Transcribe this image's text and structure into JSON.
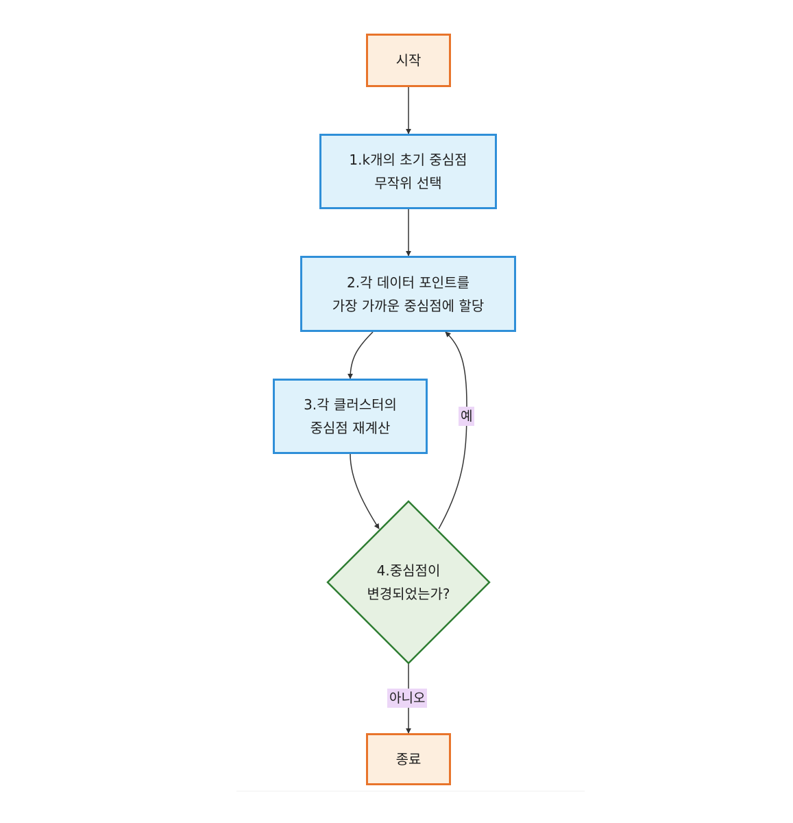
{
  "nodes": {
    "start": {
      "label": "시작"
    },
    "step1": {
      "lines": [
        "1.k개의 초기 중심점",
        "무작위 선택"
      ]
    },
    "step2": {
      "lines": [
        "2.각 데이터 포인트를",
        "가장 가까운 중심점에 할당"
      ]
    },
    "step3": {
      "lines": [
        "3.각 클러스터의",
        "중심점 재계산"
      ]
    },
    "decision": {
      "lines": [
        "4.중심점이",
        "변경되었는가?"
      ]
    },
    "end": {
      "label": "종료"
    }
  },
  "edges": {
    "yes": {
      "label": "예"
    },
    "no": {
      "label": "아니오"
    }
  },
  "colors": {
    "terminal_fill": "#fdeede",
    "terminal_border": "#e8742b",
    "process_fill": "#dff2fb",
    "process_border": "#2f8fd8",
    "decision_fill": "#e6f1e2",
    "decision_border": "#2e7d32",
    "edge": "#333333",
    "edge_label_bg": "#ecd6f7"
  }
}
